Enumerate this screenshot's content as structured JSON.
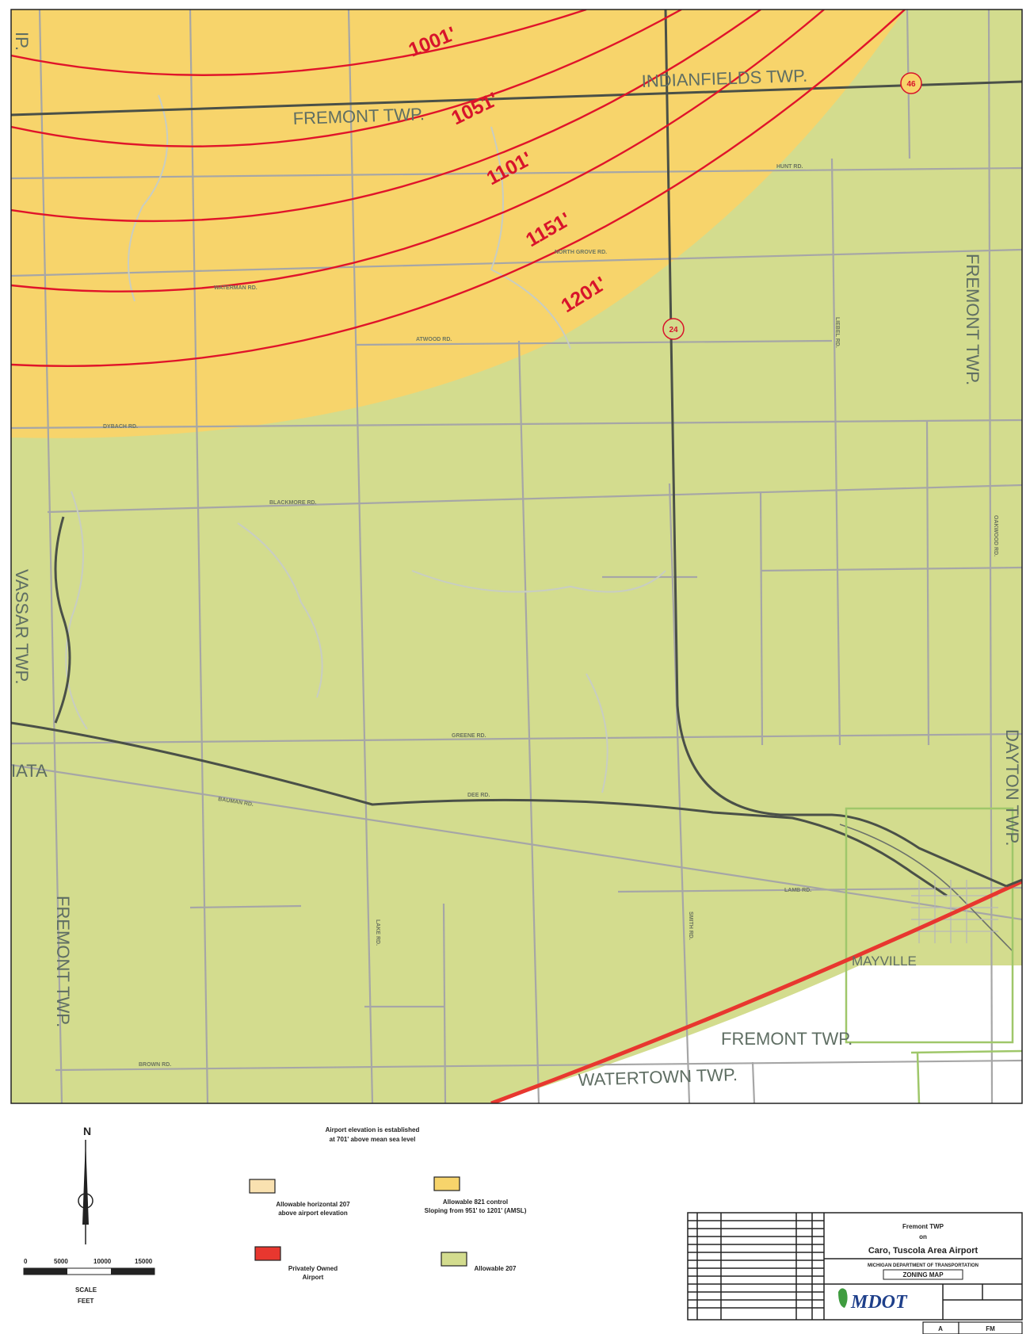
{
  "colors": {
    "zone_yellow": "#f7d46b",
    "zone_green": "#d3dc8e",
    "contour_red": "#e0142a",
    "prohibited_red": "#e8372f",
    "road_gray": "#a6a6a6",
    "highway_dark": "#4a5048",
    "border_green": "#9fc76a"
  },
  "map": {
    "contours": [
      "1001'",
      "1051'",
      "1101'",
      "1151'",
      "1201'"
    ],
    "township_labels": [
      {
        "text": "IP.",
        "rot": 90
      },
      {
        "text": "INDIANFIELDS TWP.",
        "rot": 0
      },
      {
        "text": "FREMONT TWP.",
        "rot": 0
      },
      {
        "text": "FREMONT TWP.",
        "rot": 90
      },
      {
        "text": "VASSAR TWP.",
        "rot": 90
      },
      {
        "text": "IATA",
        "rot": 0
      },
      {
        "text": "DAYTON TWP.",
        "rot": 90
      },
      {
        "text": "FREMONT TWP.",
        "rot": 90
      },
      {
        "text": "FREMONT TWP.",
        "rot": 0
      },
      {
        "text": "WATERTOWN TWP.",
        "rot": 0
      },
      {
        "text": "MAYVILLE",
        "rot": 0
      }
    ],
    "road_labels": [
      "HUNT RD.",
      "NORTH GROVE RD.",
      "WATERMAN RD.",
      "ATWOOD RD.",
      "DYBACH RD.",
      "BLACKMORE RD.",
      "GREENE RD.",
      "DEE RD.",
      "BAUMAN RD.",
      "LAMB RD.",
      "LAKE RD.",
      "BROWN RD.",
      "LIEBEL RD.",
      "SMITH RD.",
      "OAKWOOD RD."
    ],
    "shields": [
      "46",
      "24"
    ]
  },
  "legend": {
    "north": "N",
    "scale_ticks": [
      "0",
      "5000",
      "10000",
      "15000"
    ],
    "scale_label": "SCALE",
    "scale_unit": "FEET",
    "airport_note_line1": "Airport elevation is established",
    "airport_note_line2": "at 701' above mean sea level",
    "items": [
      {
        "color": "#f9e1b0",
        "line1": "Allowable horizontal 207",
        "line2": "above airport elevation"
      },
      {
        "color": "#f7d46b",
        "line1": "Allowable 821 control",
        "line2": "Sloping from 951' to 1201' (AMSL)"
      },
      {
        "color": "#e8372f",
        "line1": "Privately Owned",
        "line2": "Airport"
      },
      {
        "color": "#d3dc8e",
        "line1": "Allowable 207",
        "line2": ""
      }
    ]
  },
  "title_block": {
    "line1": "Fremont TWP",
    "line2": "on",
    "airport_name": "Caro, Tuscola Area Airport",
    "agency": "MICHIGAN DEPARTMENT OF TRANSPORTATION",
    "sheet_title": "ZONING MAP",
    "logo_text": "MDOT",
    "footer_left": "A",
    "footer_right": "FM"
  }
}
